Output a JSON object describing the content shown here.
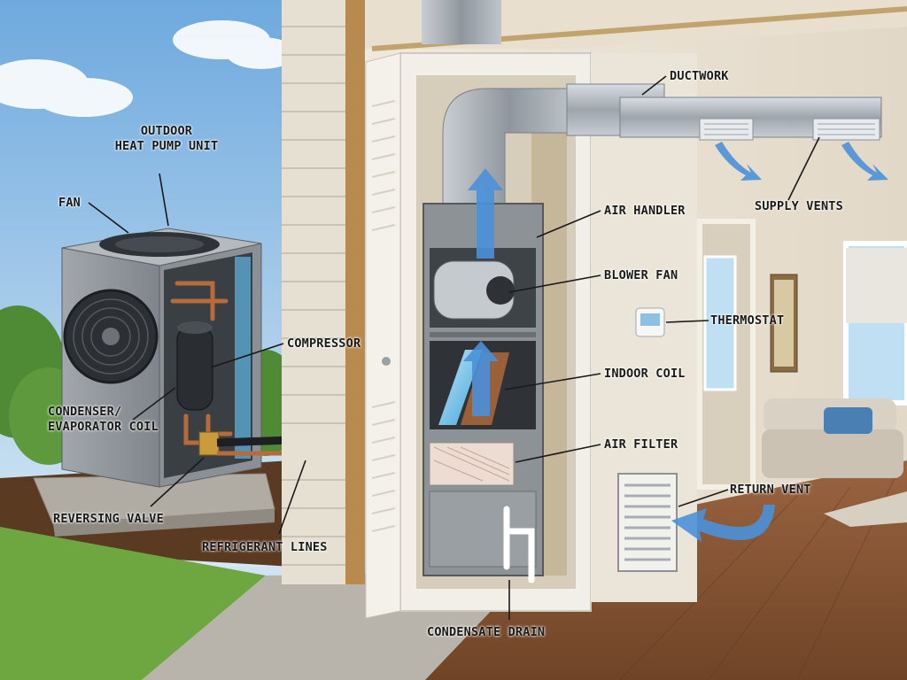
{
  "labels": {
    "outdoor_unit": "OUTDOOR",
    "outdoor_unit_line2": "HEAT PUMP UNIT",
    "fan": "FAN",
    "compressor": "COMPRESSOR",
    "coil": "CONDENSER/",
    "coil_line2": "EVAPORATOR COIL",
    "reversing_valve": "REVERSING VALVE",
    "refrigerant_lines": "REFRIGERANT LINES",
    "ductwork": "DUCTWORK",
    "supply_vents": "SUPPLY VENTS",
    "air_handler": "AIR HANDLER",
    "blower_fan": "BLOWER FAN",
    "thermostat": "THERMOSTAT",
    "indoor_coil": "INDOOR COIL",
    "air_filter": "AIR FILTER",
    "return_vent": "RETURN VENT",
    "condensate_drain": "CONDENSATE DRAIN"
  },
  "colors": {
    "airflow": "#4a90d9",
    "copper": "#b86b3a",
    "duct": "#a9afb5",
    "wall": "#ece6da",
    "floor": "#8a5a38",
    "grass": "#6ea63f",
    "unit_body": "#8e9398"
  }
}
